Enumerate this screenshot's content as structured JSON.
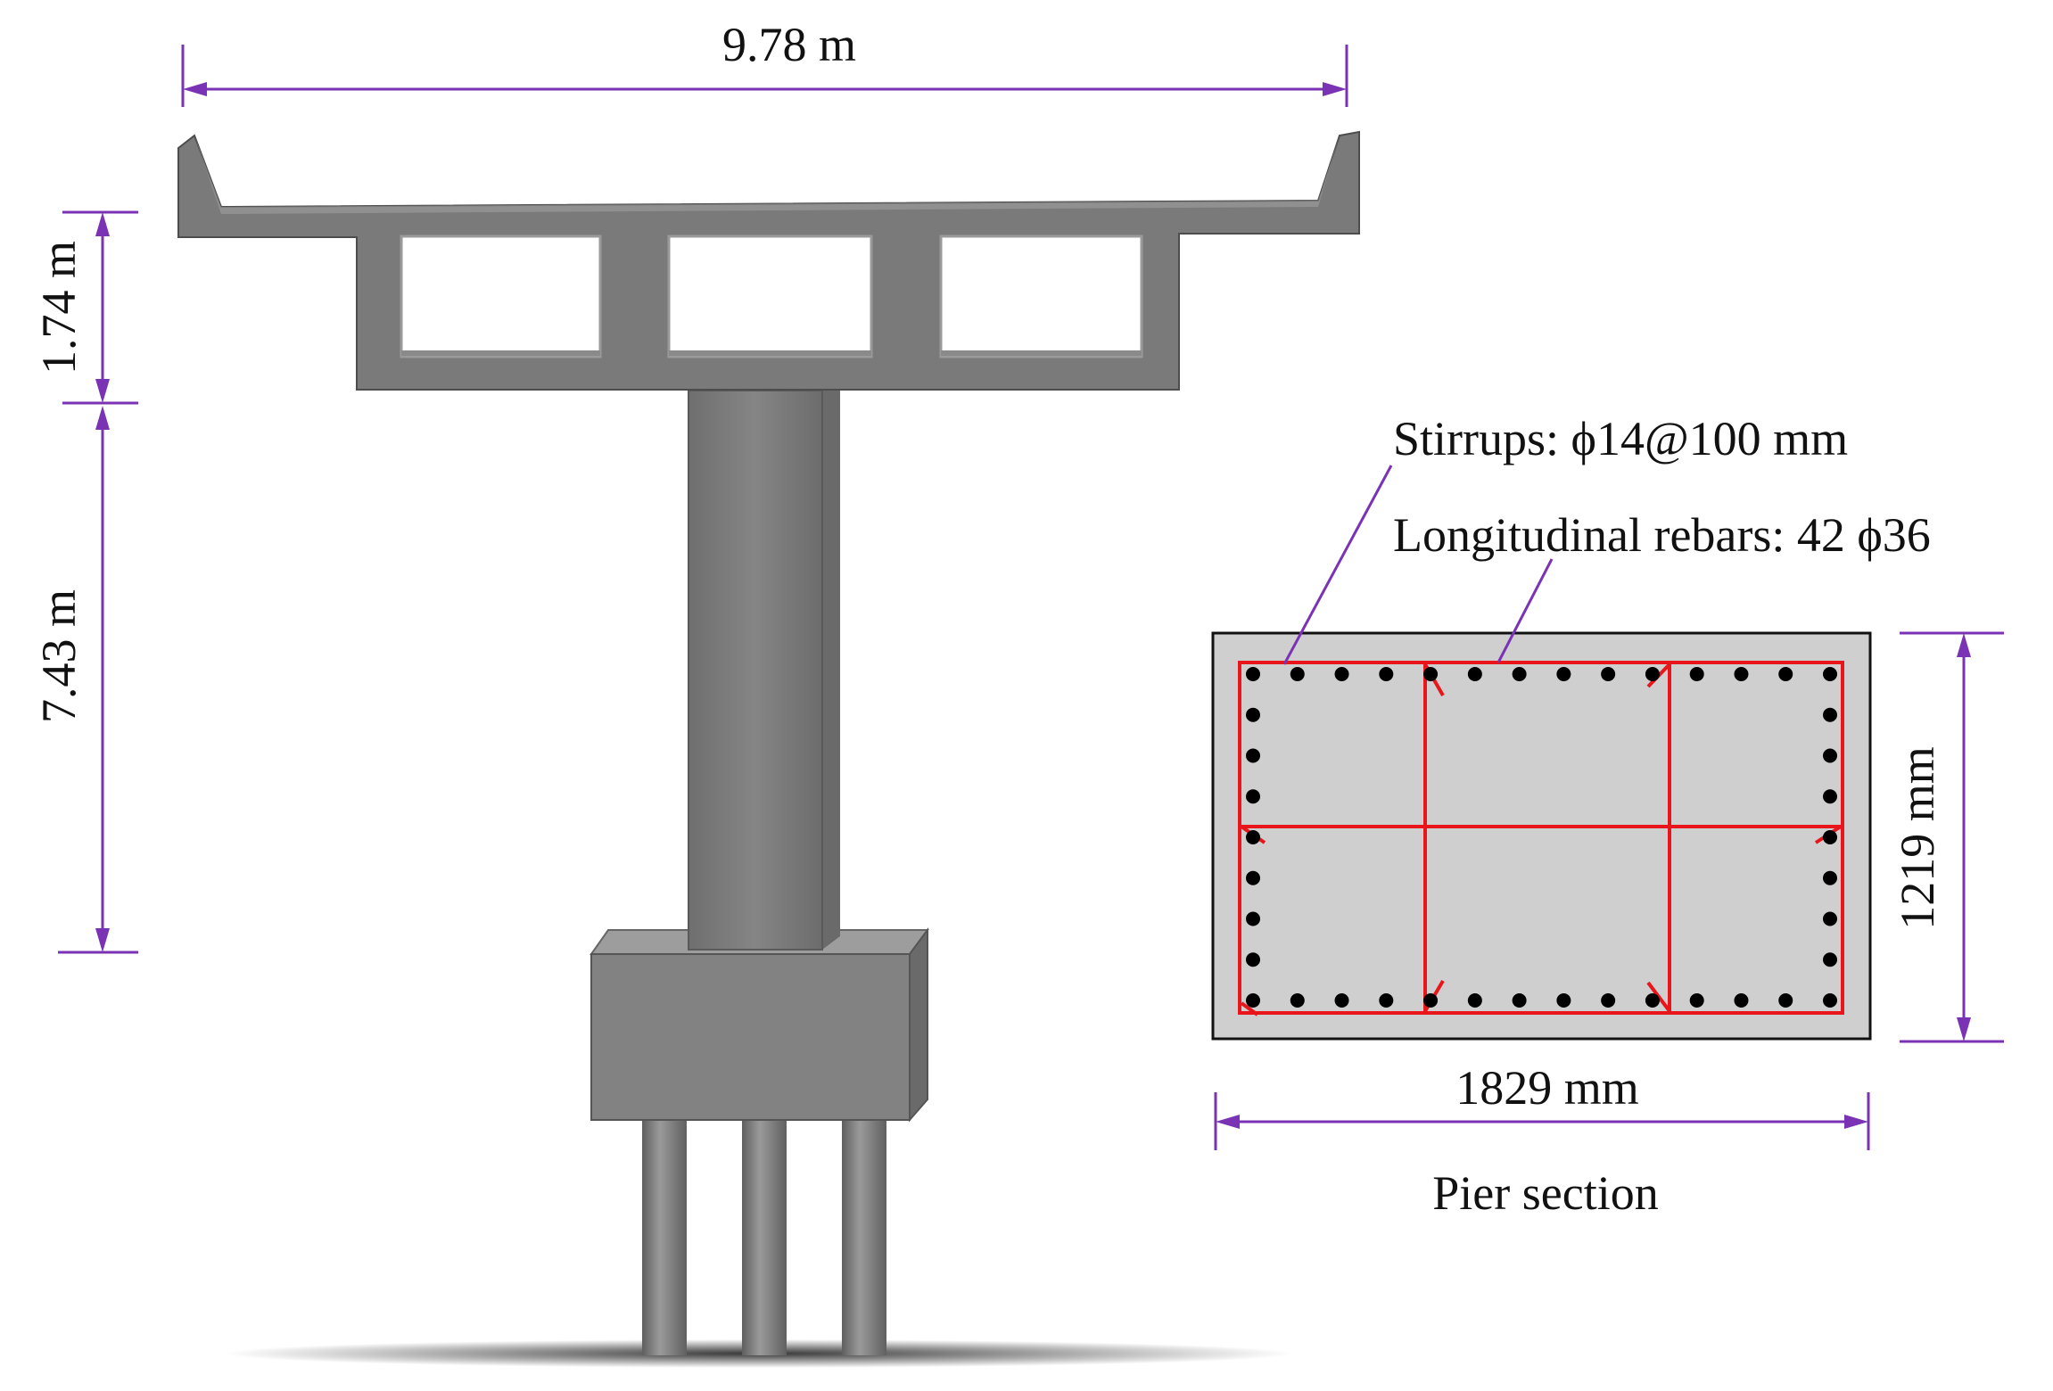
{
  "colors": {
    "dimension": "#7B33B5",
    "concrete": "#7f7f7f",
    "rebar": "#e8161b",
    "cover": "#cfcfcf"
  },
  "labels": {
    "width": "9.78 m",
    "cap_height": "1.74 m",
    "pier_height": "7.43 m",
    "stirrups": "Stirrups: ϕ14@100 mm",
    "longitudinal": "Longitudinal  rebars: 42 ϕ36",
    "section_height": "1219 mm",
    "section_width": "1829 mm",
    "section_title": "Pier section"
  }
}
